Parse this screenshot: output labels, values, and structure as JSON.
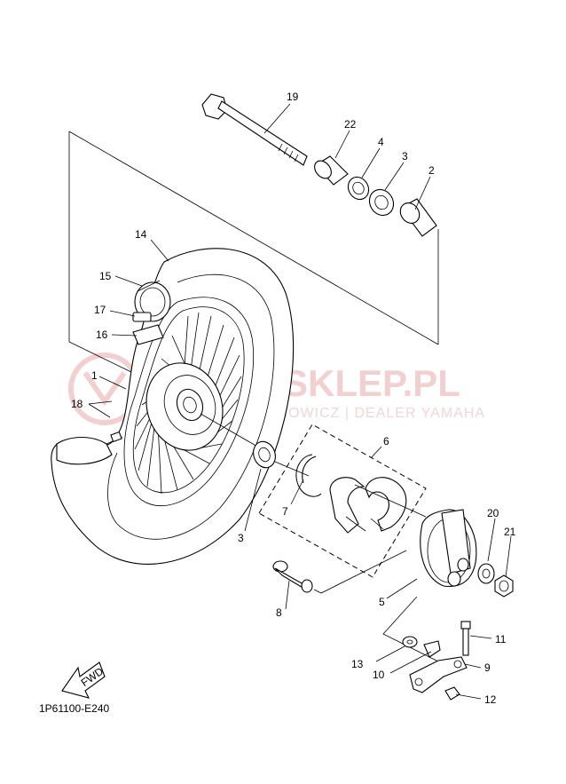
{
  "watermark": {
    "line1": "MIA-SKLEP.PL",
    "line2": "RHOWICZ | DEALER YAMAHA"
  },
  "diagram_code": "1P61100-E240",
  "direction_label": "FWD",
  "callouts": {
    "c1": "1",
    "c2": "2",
    "c3a": "3",
    "c3b": "3",
    "c4": "4",
    "c5": "5",
    "c6": "6",
    "c7": "7",
    "c8": "8",
    "c9": "9",
    "c10": "10",
    "c11": "11",
    "c12": "12",
    "c13": "13",
    "c14": "14",
    "c15": "15",
    "c16": "16",
    "c17": "17",
    "c18": "18",
    "c19": "19",
    "c20": "20",
    "c21": "21",
    "c22": "22"
  }
}
